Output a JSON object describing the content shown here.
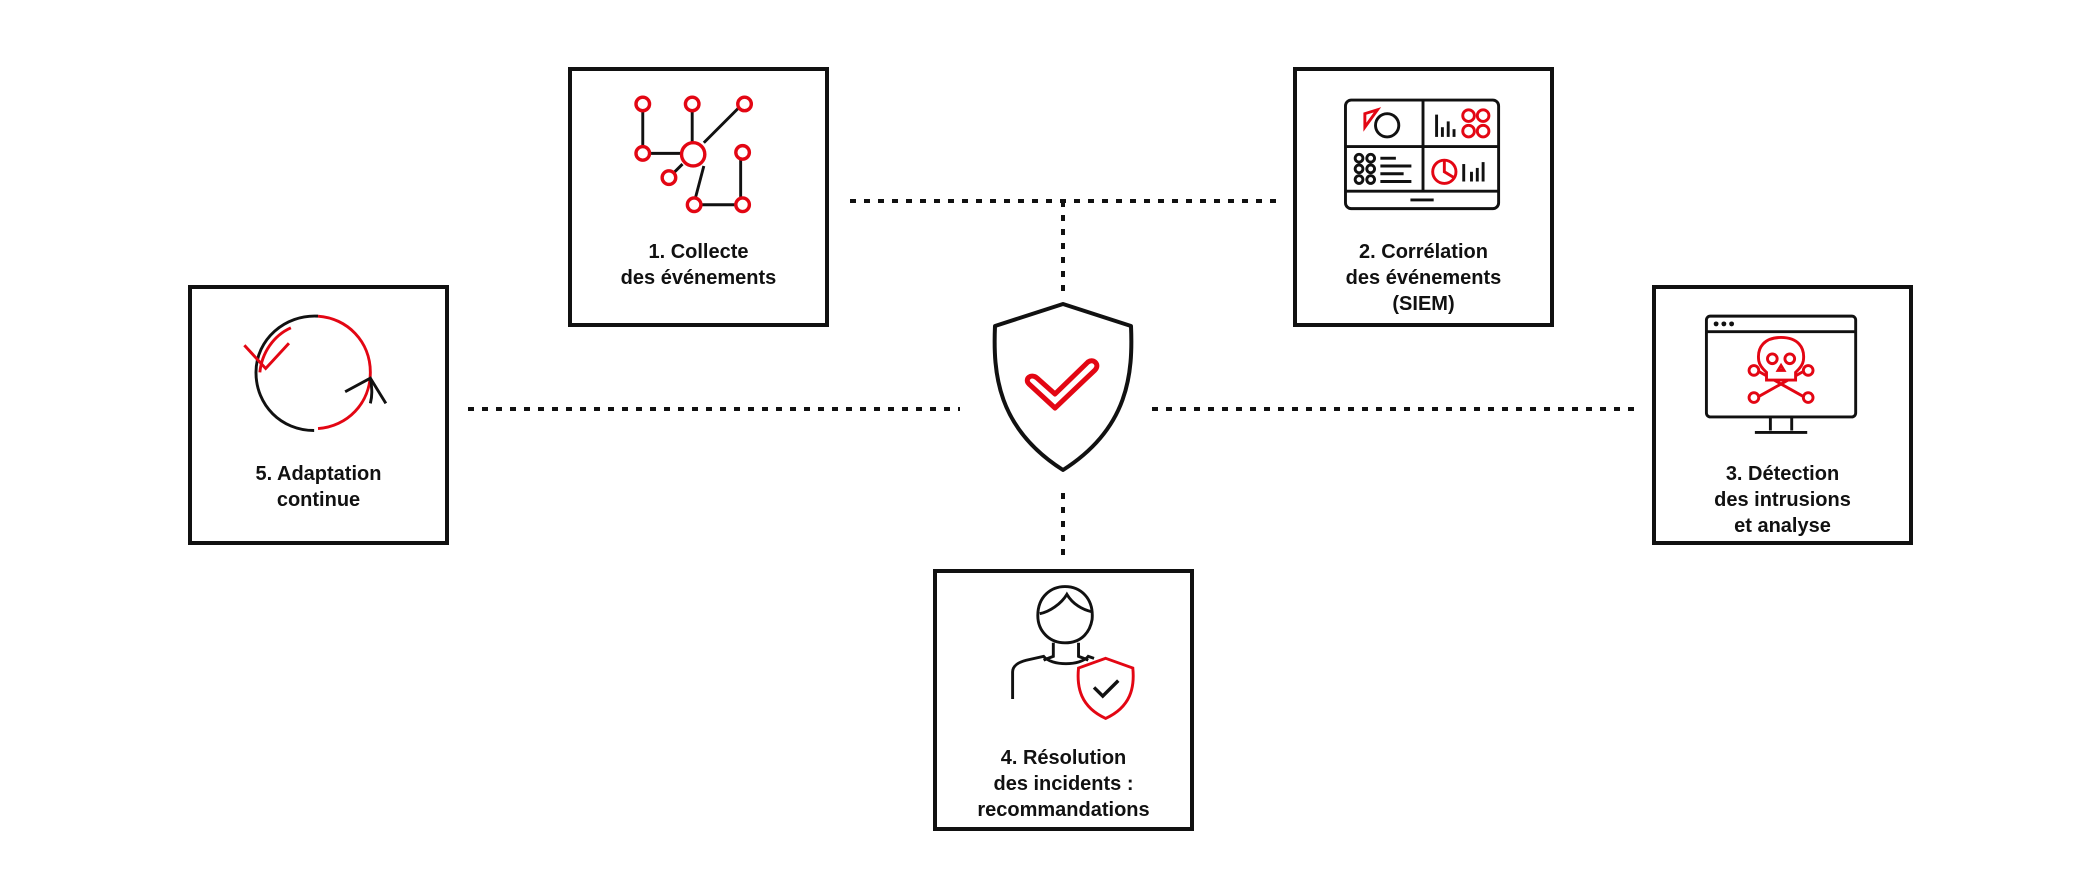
{
  "colors": {
    "accent": "#e30613",
    "stroke": "#111111",
    "background": "#ffffff"
  },
  "center": {
    "icon": "shield-check-icon"
  },
  "steps": [
    {
      "id": "collecte",
      "icon": "network-nodes-icon",
      "lines": [
        "1. Collecte",
        "des événements"
      ]
    },
    {
      "id": "correlation",
      "icon": "dashboard-monitor-icon",
      "lines": [
        "2. Corrélation",
        "des événements",
        "(SIEM)"
      ]
    },
    {
      "id": "detection",
      "icon": "skull-monitor-icon",
      "lines": [
        "3. Détection",
        "des intrusions",
        "et analyse"
      ]
    },
    {
      "id": "resolution",
      "icon": "person-shield-icon",
      "lines": [
        "4. Résolution",
        "des incidents :",
        "recommandations"
      ]
    },
    {
      "id": "adaptation",
      "icon": "cycle-arrows-icon",
      "lines": [
        "5. Adaptation",
        "continue"
      ]
    }
  ]
}
